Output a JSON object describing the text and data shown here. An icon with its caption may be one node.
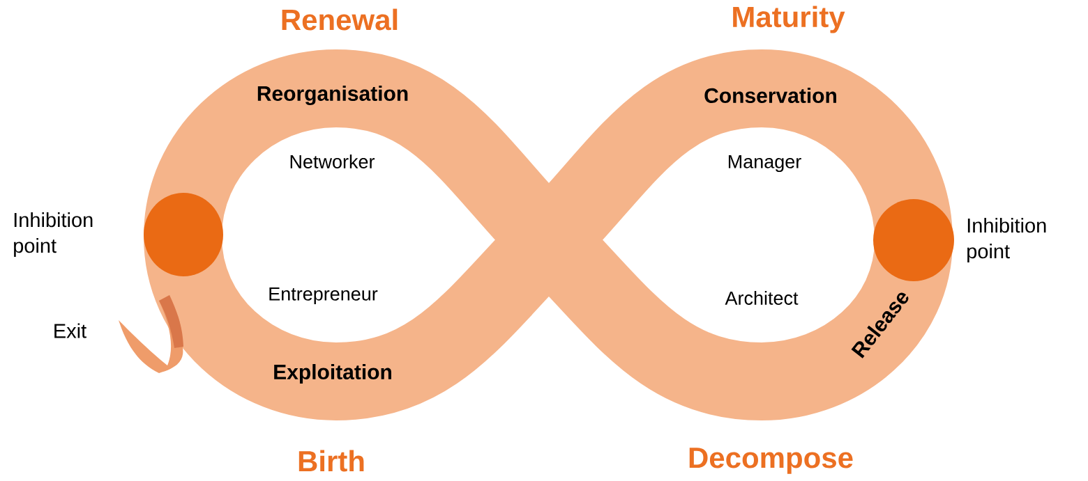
{
  "diagram": {
    "nodes": [
      {
        "text": [],
        "shape": "circle",
        "beside": [
          "Inhibition point"
        ]
      },
      {
        "text": [],
        "shape": "circle",
        "beside": [
          "Inhibition point"
        ]
      }
    ],
    "labels": [
      "Renewal",
      "Maturity",
      "Reorganisation",
      "Conservation",
      "Networker",
      "Manager",
      "Entrepreneur",
      "Architect",
      "Exit",
      "Exploitation",
      "Release",
      "Birth",
      "Decompose"
    ]
  }
}
